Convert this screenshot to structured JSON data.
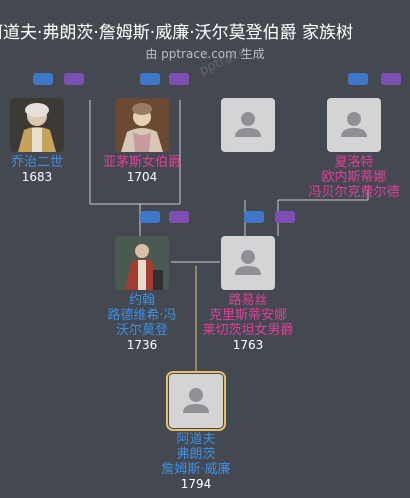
{
  "header": {
    "title": "阿道夫·弗朗茨·詹姆斯·威廉·沃尔莫登伯爵 家族树",
    "subtitle": "由 pptrace.com 生成",
    "watermark": "pptrace"
  },
  "colors": {
    "background": "#444850",
    "male": "#3f8fe3",
    "female": "#e0409b",
    "selected_border": "#e6bf67",
    "pill_blue": "#3f77c9",
    "pill_purple": "#7e4fb2",
    "placeholder": "#d4d4d4"
  },
  "people": {
    "george": {
      "name": "乔治二世",
      "year": "1683",
      "gender": "male",
      "avatar": "portrait-photo"
    },
    "amalie": {
      "name": "亚茅斯女伯爵",
      "year": "1704",
      "gender": "female",
      "avatar": "portrait-photo"
    },
    "unknown_m": {
      "name": "",
      "year": "",
      "gender": "male",
      "avatar": "person-placeholder-icon"
    },
    "charlotte": {
      "name": "夏洛特\n欧内斯蒂娜\n冯贝尔克费尔德",
      "year": "",
      "gender": "female",
      "avatar": "person-placeholder-icon"
    },
    "johann": {
      "name": "约翰\n路德维希·冯\n沃尔莫登",
      "year": "1736",
      "gender": "male",
      "avatar": "portrait-photo"
    },
    "louise": {
      "name": "路易丝\n克里斯蒂安娜\n莱切茨坦女男爵",
      "year": "1763",
      "gender": "female",
      "avatar": "person-placeholder-icon"
    },
    "adolf": {
      "name": "阿道夫\n弗朗茨\n詹姆斯·威廉",
      "year": "1794",
      "gender": "male",
      "avatar": "person-placeholder-icon",
      "selected": true
    }
  }
}
